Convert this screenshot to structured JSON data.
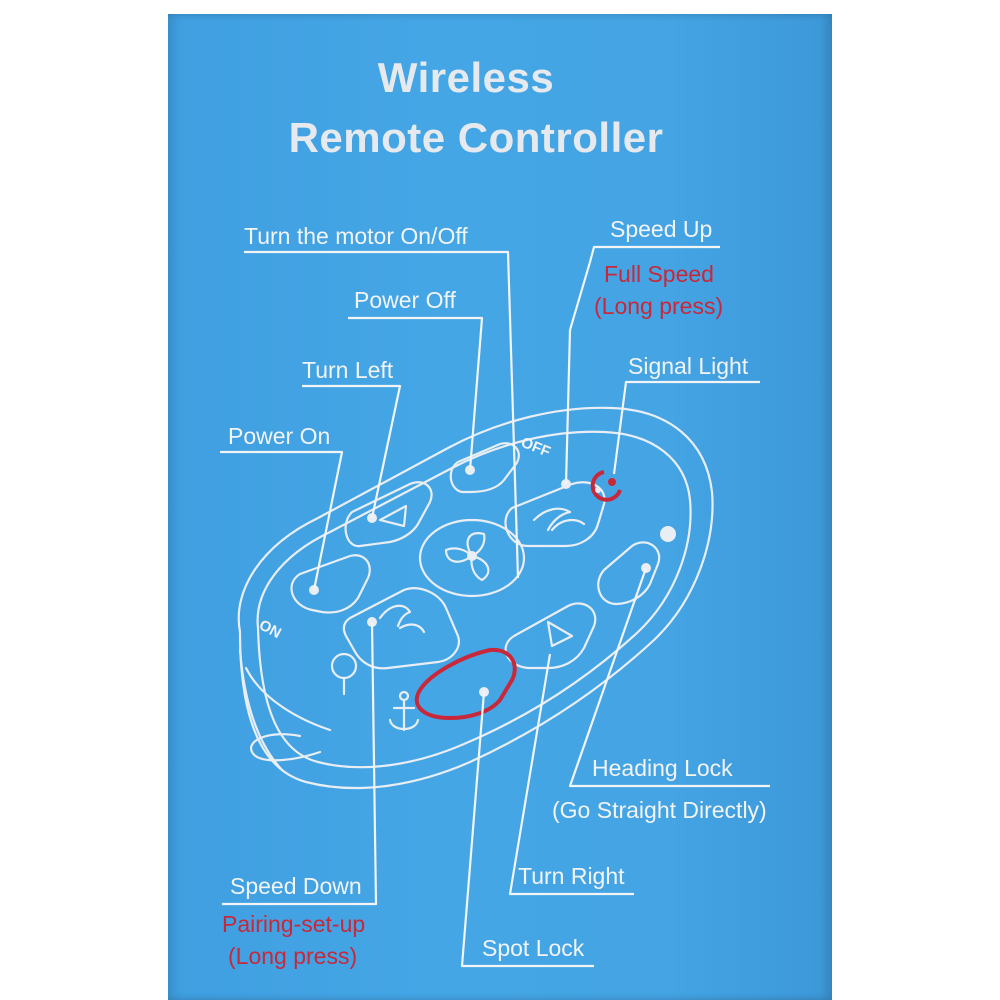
{
  "title": {
    "line1": "Wireless",
    "line2": "Remote Controller"
  },
  "labels": {
    "motor": "Turn the motor On/Off",
    "speed_up": "Speed Up",
    "full_speed": "Full Speed",
    "full_speed_note": "(Long press)",
    "power_off": "Power Off",
    "signal_light": "Signal Light",
    "turn_left": "Turn Left",
    "power_on": "Power On",
    "heading_lock": "Heading Lock",
    "heading_lock_note": "(Go Straight Directly)",
    "turn_right": "Turn Right",
    "speed_down": "Speed Down",
    "pairing": "Pairing-set-up",
    "pairing_note": "(Long press)",
    "spot_lock": "Spot Lock"
  },
  "device_marks": {
    "off": "OFF",
    "on": "ON"
  },
  "colors": {
    "box": "#44a4e4",
    "line": "#f2f4f6",
    "accent_red": "#c8283a"
  }
}
